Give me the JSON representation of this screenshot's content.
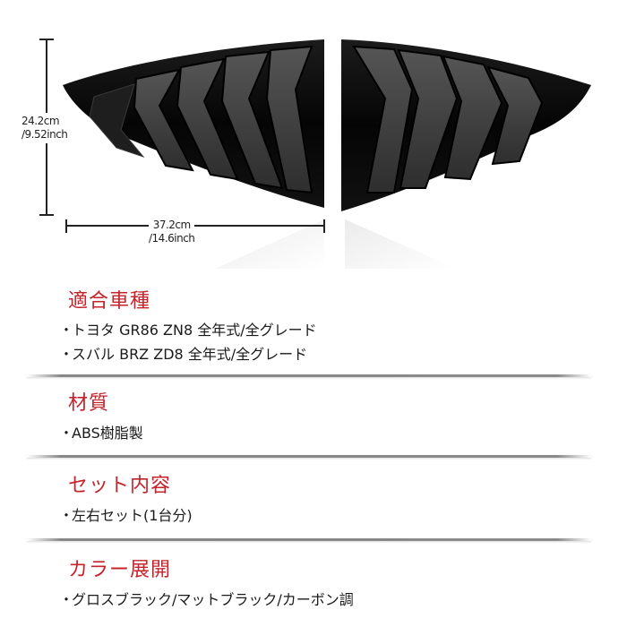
{
  "product_image": {
    "description": "gloss black rear quarter window louvers, left and right pair",
    "dimensions": {
      "height_cm": "24.2cm",
      "height_inch": "/9.52inch",
      "width_cm": "37.2cm",
      "width_inch": "/14.6inch"
    }
  },
  "sections": [
    {
      "heading": "適合車種",
      "items": [
        "トヨタ GR86 ZN8 全年式/全グレード",
        "スバル BRZ ZD8 全年式/全グレード"
      ]
    },
    {
      "heading": "材質",
      "items": [
        "ABS樹脂製"
      ]
    },
    {
      "heading": "セット内容",
      "items": [
        "左右セット(1台分)"
      ]
    },
    {
      "heading": "カラー展開",
      "items": [
        "グロスブラック/マットブラック/カーボン調"
      ]
    }
  ],
  "bullet_char": "・",
  "colors": {
    "heading": "#c4232b",
    "text": "#1a1a1a",
    "divider": "#888888",
    "product": "#0a0a0a"
  }
}
